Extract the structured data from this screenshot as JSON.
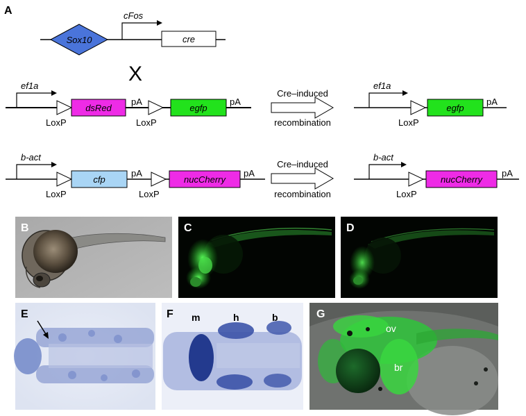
{
  "panel_a": {
    "letter": "A",
    "driver": {
      "promoter": "Sox10",
      "arrow_label": "cFos",
      "gene": "cre"
    },
    "cross_symbol": "X",
    "rows": [
      {
        "promoter": "ef1a",
        "before": {
          "left_box": "dsRed",
          "right_box": "egfp",
          "pa1": "pA",
          "pa2": "pA",
          "loxp1": "LoxP",
          "loxp2": "LoxP"
        },
        "transition": {
          "line1": "Cre–induced",
          "line2": "recombination"
        },
        "after": {
          "promoter": "ef1a",
          "box": "egfp",
          "pa": "pA",
          "loxp": "LoxP"
        },
        "colors": {
          "left_box": "#ee2be6",
          "right_box": "#22e21c"
        }
      },
      {
        "promoter": "b-act",
        "before": {
          "left_box": "cfp",
          "right_box": "nucCherry",
          "pa1": "pA",
          "pa2": "pA",
          "loxp1": "LoxP",
          "loxp2": "LoxP"
        },
        "transition": {
          "line1": "Cre–induced",
          "line2": "recombination"
        },
        "after": {
          "promoter": "b-act",
          "box": "nucCherry",
          "pa": "pA",
          "loxp": "LoxP"
        },
        "colors": {
          "left_box": "#a9d5f5",
          "right_box": "#ee2be6"
        }
      }
    ],
    "colors": {
      "sox10": "#4a74da"
    }
  },
  "image_panels": {
    "B": {
      "letter": "B"
    },
    "C": {
      "letter": "C"
    },
    "D": {
      "letter": "D"
    },
    "E": {
      "letter": "E"
    },
    "F": {
      "letter": "F",
      "labels": [
        "m",
        "h",
        "b"
      ]
    },
    "G": {
      "letter": "G",
      "labels": [
        "ov",
        "br"
      ]
    }
  }
}
